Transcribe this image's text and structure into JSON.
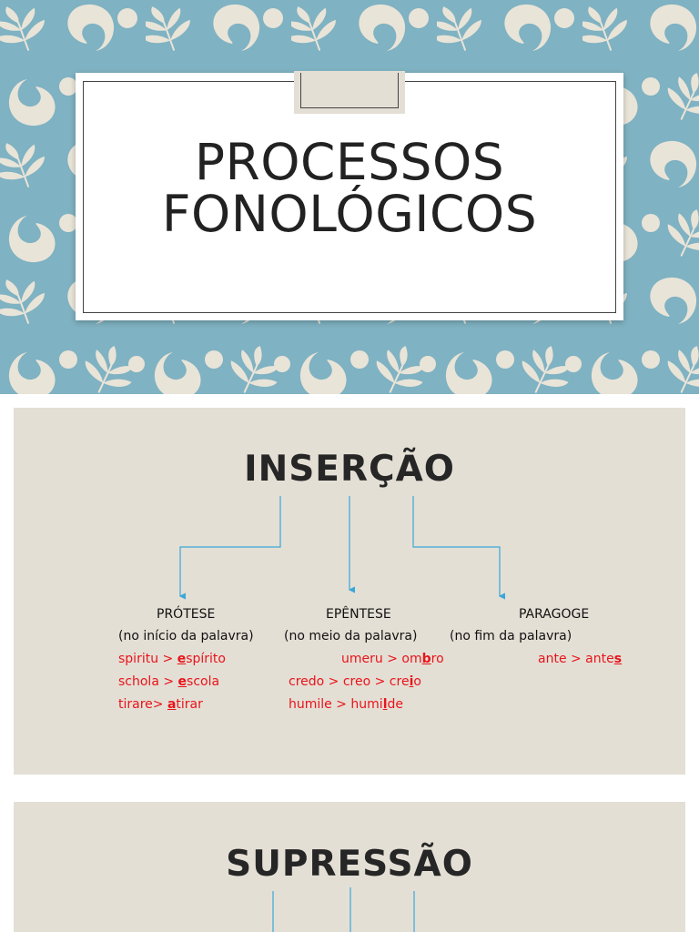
{
  "slide1": {
    "title_line1": "PROCESSOS",
    "title_line2": "FONOLÓGICOS",
    "background_color": "#7fb2c2",
    "pattern_color": "#e9e4d8"
  },
  "slide2": {
    "title": "INSERÇÃO",
    "connector_color": "#3aa7d9",
    "columns": [
      {
        "name": "PRÓTESE",
        "description": "(no início da palavra)",
        "examples": [
          {
            "before": "spiritu > ",
            "mark": "e",
            "after": "spírito"
          },
          {
            "before": "schola > ",
            "mark": "e",
            "after": "scola"
          },
          {
            "before": "tirare> ",
            "mark": "a",
            "after": "tirar"
          }
        ]
      },
      {
        "name": "EPÊNTESE",
        "description": "(no meio da palavra)",
        "examples": [
          {
            "before": "umeru > om",
            "mark": "b",
            "after": "ro"
          },
          {
            "before": "credo > creo > cre",
            "mark": "i",
            "after": "o"
          },
          {
            "before": "humile > humi",
            "mark": "l",
            "after": "de"
          }
        ]
      },
      {
        "name": "PARAGOGE",
        "description": "(no fim da palavra)",
        "examples": [
          {
            "before": "ante > ante",
            "mark": "s",
            "after": ""
          }
        ]
      }
    ]
  },
  "slide3": {
    "title": "SUPRESSÃO"
  },
  "colors": {
    "slide_bg": "#e4dfd5",
    "example_text": "#e8141b",
    "title_text": "#262626"
  }
}
